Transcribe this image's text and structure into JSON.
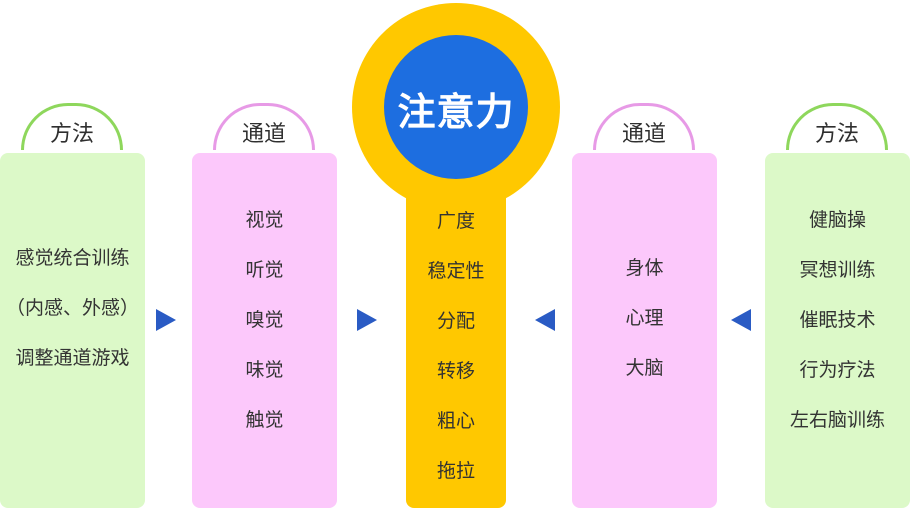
{
  "center": {
    "title": "注意力",
    "items": [
      "广度",
      "稳定性",
      "分配",
      "转移",
      "粗心",
      "拖拉"
    ]
  },
  "left_method": {
    "tab": "方法",
    "items": [
      "感觉统合训练",
      "（内感、外感）",
      "调整通道游戏"
    ]
  },
  "left_channel": {
    "tab": "通道",
    "items": [
      "视觉",
      "听觉",
      "嗅觉",
      "味觉",
      "触觉"
    ]
  },
  "right_channel": {
    "tab": "通道",
    "items": [
      "身体",
      "心理",
      "大脑"
    ]
  },
  "right_method": {
    "tab": "方法",
    "items": [
      "健脑操",
      "冥想训练",
      "催眠技术",
      "行为疗法",
      "左右脑训练"
    ]
  },
  "colors": {
    "method_card": "#dcf9c8",
    "channel_card": "#fcc8fb",
    "center_gold": "#ffc800",
    "center_blue": "#1d6ee0",
    "arrow": "#2a5bc4"
  }
}
